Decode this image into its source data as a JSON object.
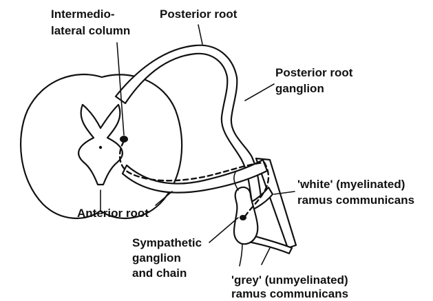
{
  "labels": {
    "intermediolateral_line1": "Intermedio-",
    "intermediolateral_line2": "lateral column",
    "posterior_root": "Posterior root",
    "posterior_root_ganglion_line1": "Posterior root",
    "posterior_root_ganglion_line2": "ganglion",
    "white_ramus_line1": "'white' (myelinated)",
    "white_ramus_line2": "ramus communicans",
    "anterior_root": "Anterior root",
    "sympathetic_line1": "Sympathetic",
    "sympathetic_line2": "ganglion",
    "sympathetic_line3": "and chain",
    "grey_ramus_line1": "'grey' (unmyelinated)",
    "grey_ramus_line2": "ramus communicans"
  }
}
